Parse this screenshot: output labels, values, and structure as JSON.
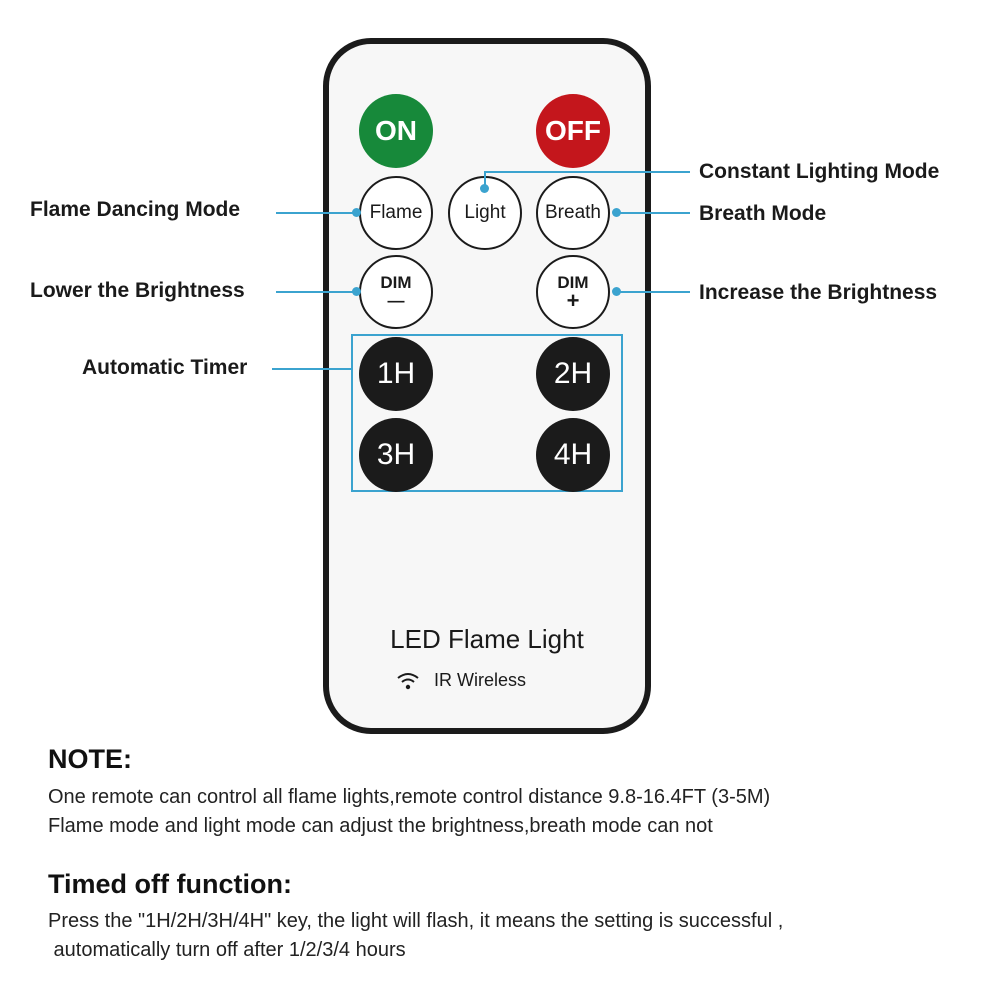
{
  "buttons": {
    "on": "ON",
    "off": "OFF",
    "flame": "Flame",
    "light": "Light",
    "breath": "Breath",
    "dim_minus_top": "DIM",
    "dim_minus_bottom": "—",
    "dim_plus_top": "DIM",
    "dim_plus_bottom": "+",
    "timer_1h": "1H",
    "timer_2h": "2H",
    "timer_3h": "3H",
    "timer_4h": "4H"
  },
  "callouts": {
    "constant_lighting": "Constant Lighting Mode",
    "flame_dancing": "Flame Dancing Mode",
    "breath": "Breath Mode",
    "lower_brightness": "Lower the Brightness",
    "increase_brightness": "Increase the Brightness",
    "automatic_timer": "Automatic Timer"
  },
  "remote": {
    "title": "LED Flame Light",
    "ir_label": "IR Wireless",
    "ir_icon": "wifi-signal-icon"
  },
  "note": {
    "heading": "NOTE:",
    "line1": "One remote can control all flame lights,remote control distance 9.8-16.4FT (3-5M)",
    "line2": "Flame mode and light mode can adjust the brightness,breath mode can not"
  },
  "timed_off": {
    "heading": "Timed off function:",
    "line1": "Press the \"1H/2H/3H/4H\" key, the light will flash, it means the setting is successful ,",
    "line2": " automatically turn off after 1/2/3/4 hours"
  },
  "colors": {
    "on_green": "#17893a",
    "off_red": "#c4161c",
    "callout_blue": "#3ba3cf",
    "remote_border": "#1b1b1b"
  }
}
